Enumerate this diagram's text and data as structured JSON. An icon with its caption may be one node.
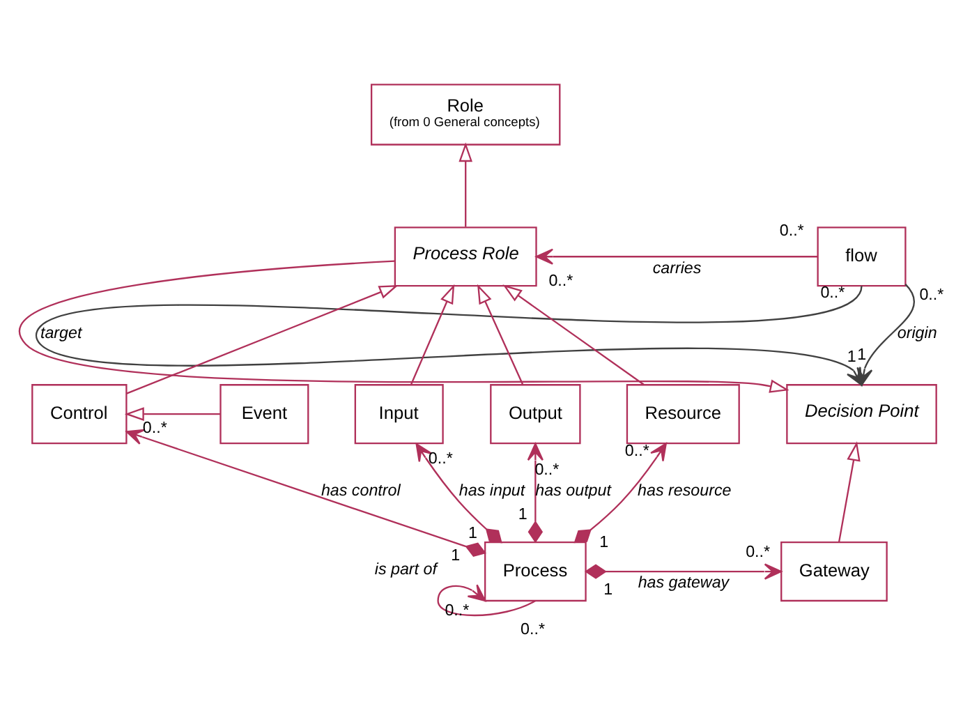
{
  "diagram": {
    "nodes": [
      {
        "text": [
          "Role",
          "(from 0 General concepts)"
        ]
      },
      {
        "text": [
          "Process Role"
        ]
      },
      {
        "text": [
          "flow"
        ]
      },
      {
        "text": [
          "Event"
        ]
      },
      {
        "text": [
          "Control"
        ]
      },
      {
        "text": [
          "Input"
        ]
      },
      {
        "text": [
          "Output"
        ]
      },
      {
        "text": [
          "Resource"
        ]
      },
      {
        "text": [
          "Decision Point"
        ]
      },
      {
        "text": [
          "Process"
        ]
      },
      {
        "text": [
          "Gateway"
        ]
      }
    ],
    "edges": [
      {
        "from": 1,
        "to": 0,
        "arrow": "to"
      },
      {
        "from": 2,
        "to": 1,
        "arrow": "to",
        "label": "carries"
      },
      {
        "from": 3,
        "to": 4,
        "arrow": "to"
      },
      {
        "from": 4,
        "to": 1,
        "arrow": "to"
      },
      {
        "from": 5,
        "to": 1,
        "arrow": "to"
      },
      {
        "from": 6,
        "to": 1,
        "arrow": "to"
      },
      {
        "from": 7,
        "to": 1,
        "arrow": "to"
      },
      {
        "from": 1,
        "to": 8,
        "arrow": "to"
      },
      {
        "from": 2,
        "to": 8,
        "arrow": "to",
        "label": "target",
        "color": "#404040"
      },
      {
        "from": 2,
        "to": 8,
        "arrow": "to",
        "label": "origin",
        "color": "#404040"
      },
      {
        "from": 10,
        "to": 8,
        "arrow": "to"
      },
      {
        "from": 9,
        "to": 4,
        "arrow": "to",
        "label": "has control"
      },
      {
        "from": 9,
        "to": 5,
        "arrow": "to",
        "label": "has input"
      },
      {
        "from": 9,
        "to": 6,
        "arrow": "to",
        "label": "has output"
      },
      {
        "from": 9,
        "to": 7,
        "arrow": "to",
        "label": "has resource"
      },
      {
        "from": 9,
        "to": 10,
        "arrow": "to",
        "label": "has gateway"
      },
      {
        "from": 9,
        "to": 9,
        "arrow": "to",
        "label": "is part of"
      }
    ],
    "labels": [
      "0..*",
      "0..*",
      "0..*",
      "1",
      "0..*",
      "1",
      "1",
      "0..*",
      "1",
      "0..*",
      "1",
      "0..*",
      "1",
      "0..*",
      "1",
      "0..*",
      "0..*",
      "0..*"
    ]
  }
}
